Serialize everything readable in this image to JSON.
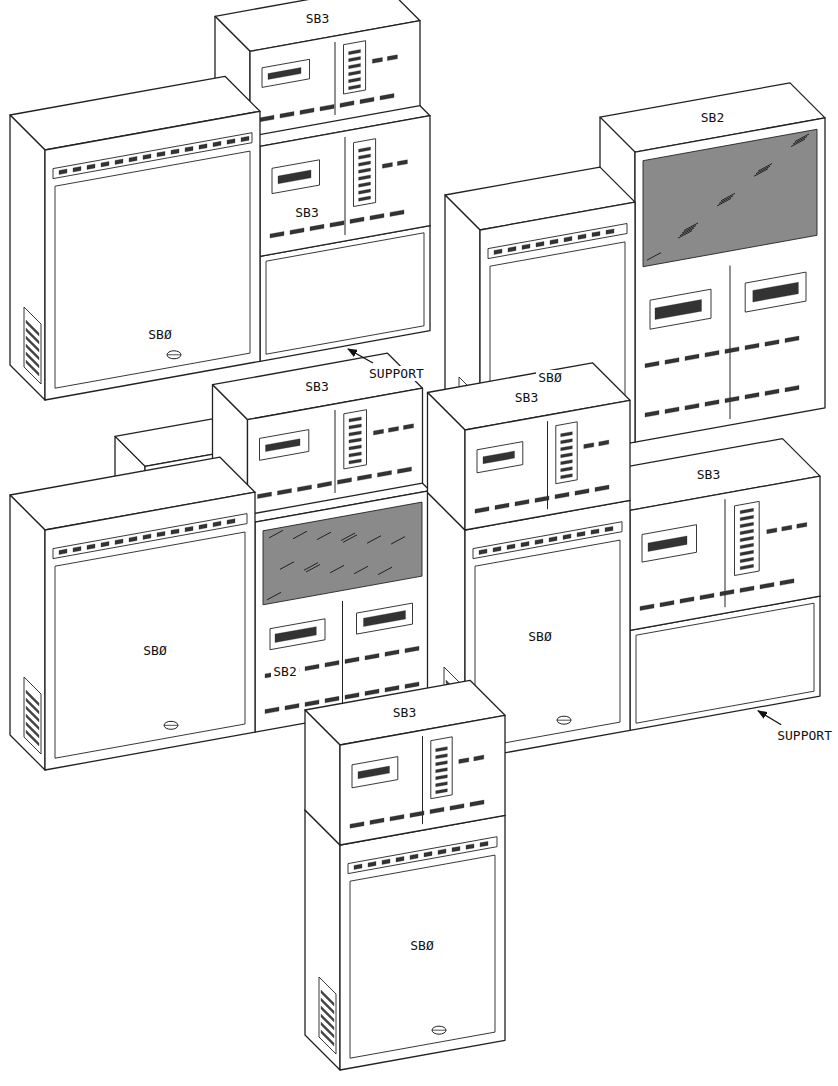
{
  "diagram": {
    "labels": [
      "SB3",
      "SB3",
      "SBØ",
      "SUPPORT",
      "SB2",
      "SBØ",
      "SB3",
      "SBØ",
      "SB2",
      "SB3",
      "SB3",
      "SBØ",
      "SUPPORT",
      "SB3",
      "SBØ"
    ]
  }
}
